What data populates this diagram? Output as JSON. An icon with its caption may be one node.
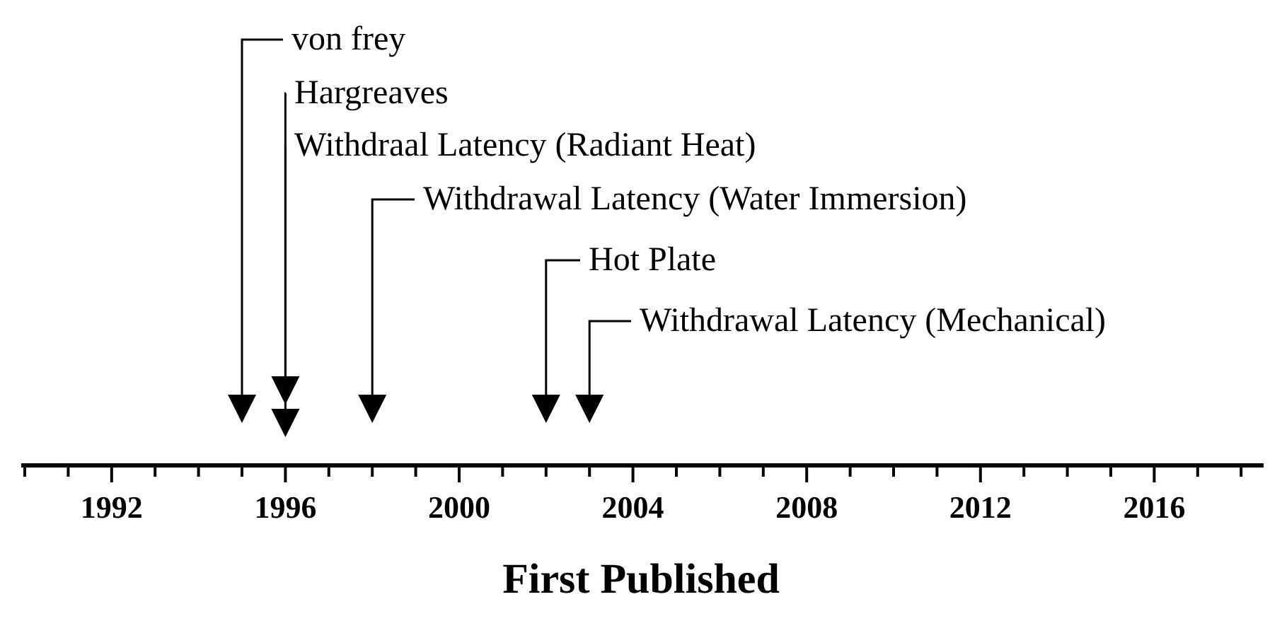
{
  "diagram": {
    "nodes": [
      {
        "text": [
          "von frey"
        ]
      },
      {
        "text": [
          "Hargreaves"
        ]
      },
      {
        "text": [
          "Withdraal Latency (Radiant Heat)"
        ]
      },
      {
        "text": [
          "Withdrawal Latency (Water Immersion)"
        ]
      },
      {
        "text": [
          "Hot Plate"
        ]
      },
      {
        "text": [
          "Withdrawal Latency (Mechanical)"
        ]
      }
    ],
    "edges": [
      {
        "from": 0,
        "to": null,
        "arrow": "to"
      },
      {
        "from": 1,
        "to": null,
        "arrow": "to"
      },
      {
        "from": 2,
        "to": null,
        "arrow": "to"
      },
      {
        "from": 3,
        "to": null,
        "arrow": "to"
      },
      {
        "from": 4,
        "to": null,
        "arrow": "to"
      },
      {
        "from": 5,
        "to": null,
        "arrow": "to"
      }
    ],
    "labels": [
      "1992",
      "1996",
      "2000",
      "2004",
      "2008",
      "2012",
      "2016",
      "First Published"
    ]
  }
}
